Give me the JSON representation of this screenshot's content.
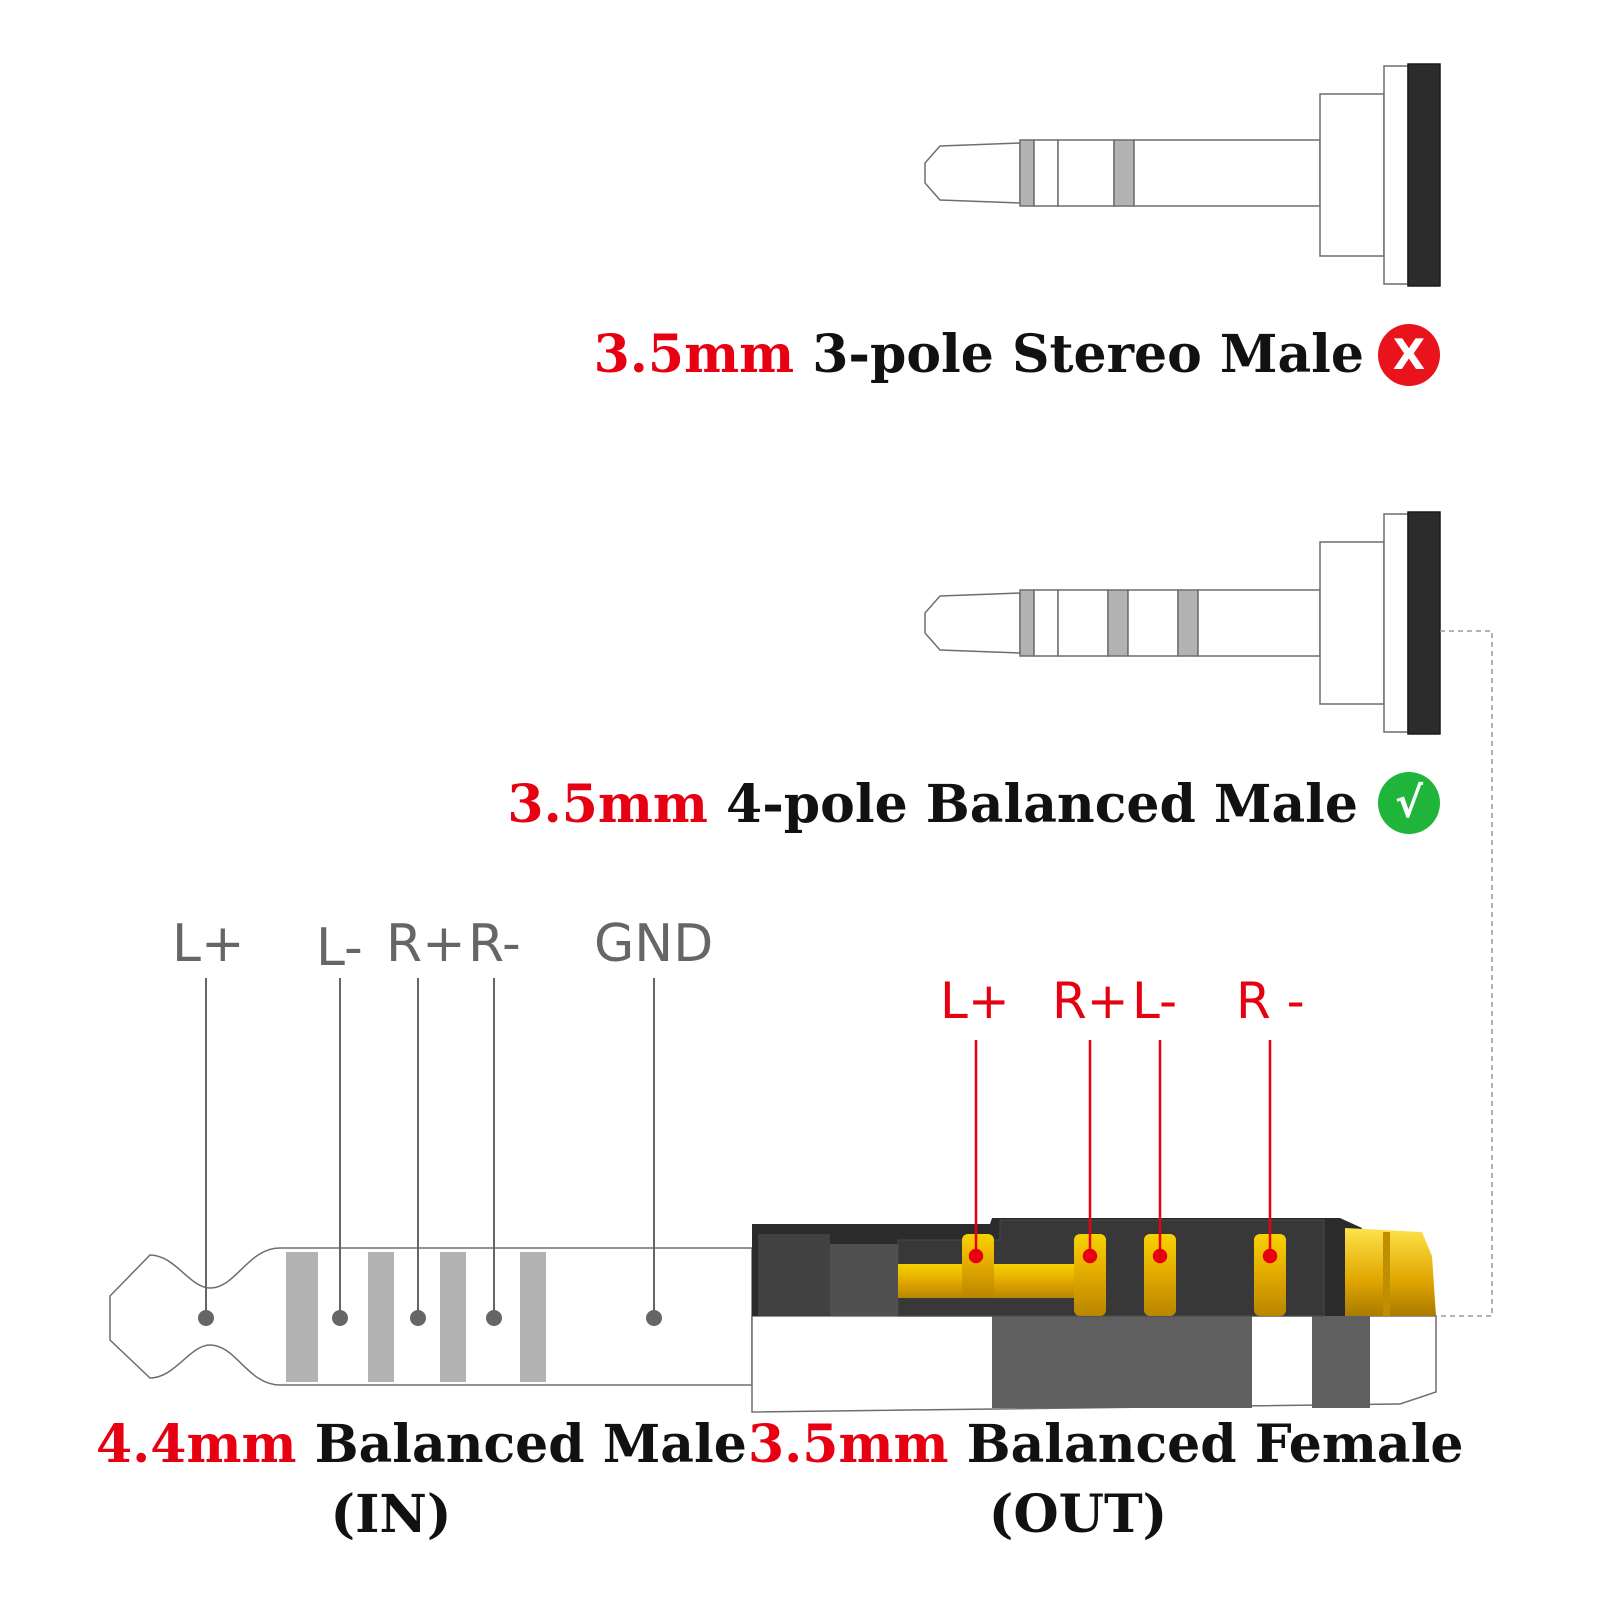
{
  "plug_3pole": {
    "size": "3.5mm",
    "name": "3-pole Stereo Male",
    "status_icon": "cross-icon",
    "status_symbol": "X",
    "status_color": "#e8131b"
  },
  "plug_4pole": {
    "size": "3.5mm",
    "name": "4-pole Balanced Male",
    "status_icon": "check-icon",
    "status_symbol": "√",
    "status_color": "#1eb53a"
  },
  "plug_44": {
    "size": "4.4mm",
    "name": "Balanced Male",
    "direction": "(IN)",
    "pins": [
      "L+",
      "L-",
      "R+",
      "R-",
      "GND"
    ]
  },
  "jack_35": {
    "size": "3.5mm",
    "name": "Balanced Female",
    "direction": "(OUT)",
    "pins": [
      "L+",
      "R+",
      "L-",
      "R -"
    ]
  },
  "colors": {
    "accent_red": "#e60012",
    "label_gray": "#666666",
    "gold": "#e8b400",
    "dark_body": "#2b2b2b"
  }
}
